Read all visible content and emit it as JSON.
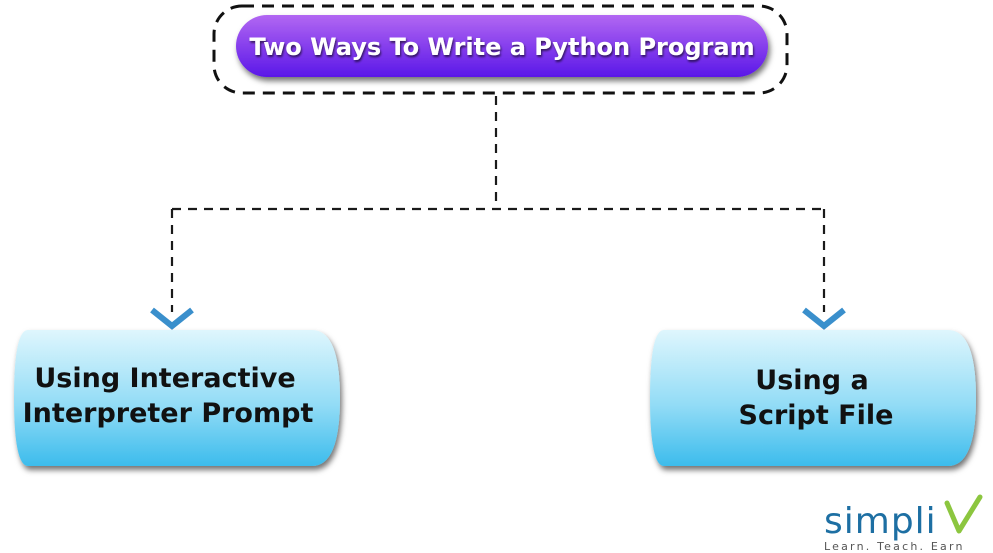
{
  "diagram": {
    "title": "Two Ways To Write a Python Program",
    "left_node": {
      "line1": "Using Interactive",
      "line2": "Interpreter Prompt"
    },
    "right_node": {
      "line1": "Using a",
      "line2": "Script File"
    }
  },
  "logo": {
    "brand": "simpli",
    "tagline": "Learn. Teach. Earn"
  },
  "colors": {
    "title_gradient_top": "#b267f2",
    "title_gradient_bottom": "#5a17e8",
    "node_gradient_top": "#def6fd",
    "node_gradient_bottom": "#3cbcec",
    "arrow": "#3a8fcc",
    "logo_blue": "#1d6fa3",
    "logo_green": "#8cc63f"
  }
}
